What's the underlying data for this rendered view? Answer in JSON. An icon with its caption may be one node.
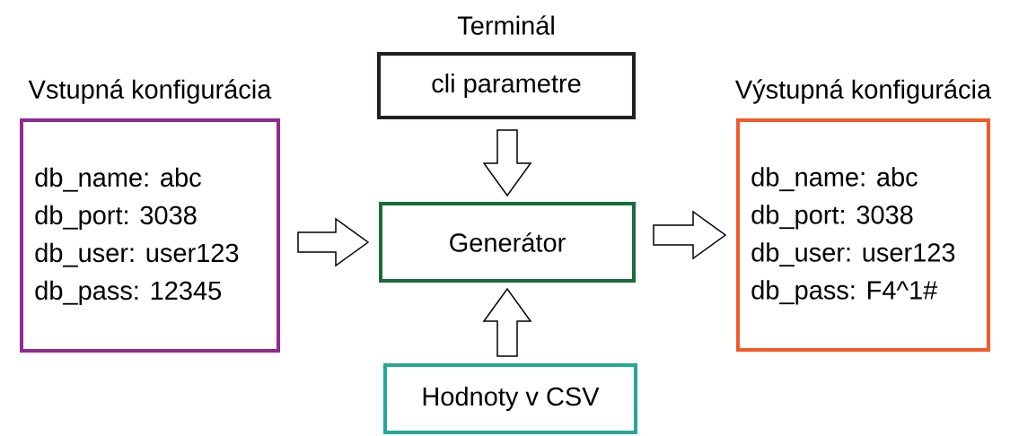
{
  "diagram": {
    "nodes": [
      {
        "text": [
          "Vstupná konfigurácia",
          "db_name: abc",
          "db_port: 3038",
          "db_user: user123",
          "db_pass: 12345"
        ]
      },
      {
        "text": [
          "Terminál",
          "cli parametre"
        ]
      },
      {
        "text": [
          "Generátor"
        ]
      },
      {
        "text": [
          "Výstupná konfigurácia",
          "db_name: abc",
          "db_port: 3038",
          "db_user: user123",
          "db_pass: F4^1#"
        ]
      },
      {
        "text": [
          "Hodnoty v CSV"
        ]
      }
    ],
    "edges": [
      {
        "from": 0,
        "to": 2,
        "arrow": "to"
      },
      {
        "from": 1,
        "to": 2,
        "arrow": "to"
      },
      {
        "from": 4,
        "to": 2,
        "arrow": "to"
      },
      {
        "from": 2,
        "to": 3,
        "arrow": "to"
      }
    ]
  }
}
